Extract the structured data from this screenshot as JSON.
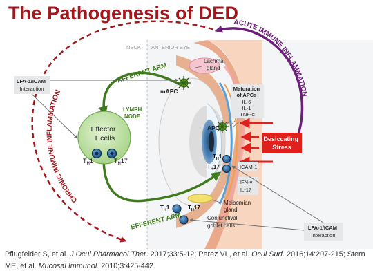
{
  "title": "The Pathogenesis of DED",
  "labels": {
    "neck": "NECK",
    "anterior_eye": "ANTERIOR EYE",
    "lacrimal_gland": [
      "Lacrimal",
      "gland"
    ],
    "afferent_arm": "AFFERENT ARM",
    "efferent_arm": "EFFERENT ARM",
    "mapc": "mAPC",
    "lymph_node": [
      "LYMPH",
      "NODE"
    ],
    "effector_t_cells": [
      "Effector",
      "T cells"
    ],
    "th1": "T",
    "th1_sub": "H",
    "th1_num": "1",
    "th17_num": "17",
    "apc": "APC",
    "maturation": [
      "Maturation",
      "of APCs",
      "IL-6",
      "IL-1",
      "TNF-α"
    ],
    "desiccating_stress": [
      "Desiccating",
      "Stress"
    ],
    "icam1": "ICAM-1",
    "ifn": [
      "IFN-γ",
      "IL-17"
    ],
    "meibomian": [
      "Meibomian",
      "gland"
    ],
    "conjunctival": [
      "Conjunctival",
      "goblet cells"
    ],
    "lfa_top": [
      "LFA-1/ICAM",
      "Interaction"
    ],
    "lfa_bottom": [
      "LFA-1/ICAM",
      "Interaction"
    ],
    "chronic": "CHRONIC IMMUNE INFLAMMATION",
    "acute": "ACUTE IMMUNE INFLAMMATION"
  },
  "colors": {
    "title": "#a3161c",
    "chronic": "#a3161c",
    "acute": "#6b1f7a",
    "arm_green": "#3f7a1e",
    "stress_red": "#e0201d",
    "box_gray": "#e6e7e8"
  },
  "citation": {
    "part1": "Pflugfelder S, et al. ",
    "journal1": "J Ocul Pharmacol Ther",
    "part2": ". 2017;33:5-12; Perez VL, et al. ",
    "journal2": "Ocul Surf",
    "part3": ". 2016;14:207-215; Stern ME, et al. ",
    "journal3": "Mucosal Immunol",
    "part4": ". 2010;3:425-442."
  }
}
